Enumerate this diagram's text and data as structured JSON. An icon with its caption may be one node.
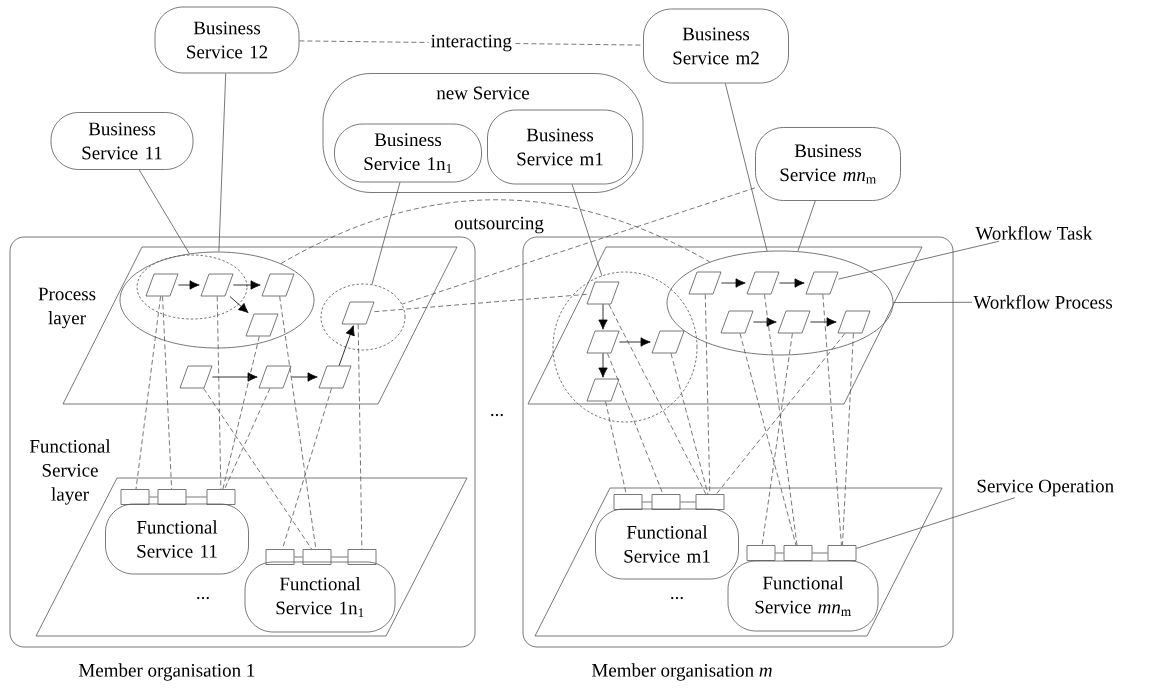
{
  "diagram": {
    "nodes": [
      {
        "text": [
          "Business Service 12"
        ]
      },
      {
        "text": [
          "Business Service m2"
        ]
      },
      {
        "text": [
          "new Service"
        ]
      },
      {
        "text": [
          "Business Service 1n$_{1}$"
        ],
        "in": 2
      },
      {
        "text": [
          "Business Service m1"
        ],
        "in": 2
      },
      {
        "text": [
          "Business Service 11"
        ]
      },
      {
        "text": [
          "Business Service *mn*$_{m}$"
        ]
      },
      {
        "text": [
          "Workflow Task"
        ]
      },
      {
        "text": [
          "Workflow Process"
        ]
      },
      {
        "text": [
          "Member organisation 1"
        ]
      },
      {
        "text": [
          "Process layer"
        ],
        "in": 9
      },
      {
        "text": [],
        "shape": "ellipse",
        "in": 10
      },
      {
        "text": [],
        "shape": "ellipse",
        "in": 11
      },
      {
        "text": [],
        "shape": "parallelogram",
        "in": 12
      },
      {
        "text": [],
        "shape": "parallelogram",
        "in": 12
      },
      {
        "text": [],
        "shape": "parallelogram",
        "in": 11
      },
      {
        "text": [],
        "shape": "parallelogram",
        "in": 11
      },
      {
        "text": [],
        "shape": "ellipse",
        "in": 10
      },
      {
        "text": [],
        "shape": "parallelogram",
        "in": 17
      },
      {
        "text": [],
        "shape": "parallelogram",
        "in": 10
      },
      {
        "text": [],
        "shape": "parallelogram",
        "in": 10
      },
      {
        "text": [],
        "shape": "parallelogram",
        "in": 10
      },
      {
        "text": [
          "Functional Service layer"
        ],
        "in": 9
      },
      {
        "text": [
          "Functional Service 11"
        ],
        "in": 22
      },
      {
        "text": [],
        "shape": "box",
        "in": 22
      },
      {
        "text": [],
        "shape": "box",
        "in": 22
      },
      {
        "text": [],
        "shape": "box",
        "in": 22
      },
      {
        "text": [
          "Functional Service 1n$_{1}$"
        ],
        "in": 22
      },
      {
        "text": [],
        "shape": "box",
        "in": 22
      },
      {
        "text": [],
        "shape": "box",
        "in": 22
      },
      {
        "text": [],
        "shape": "box",
        "in": 22
      },
      {
        "text": [
          "Member organisation *m*"
        ]
      },
      {
        "text": [],
        "shape": "parallelogram",
        "in": 31
      },
      {
        "text": [],
        "shape": "ellipse",
        "in": 31
      },
      {
        "text": [],
        "shape": "parallelogram",
        "in": 33
      },
      {
        "text": [],
        "shape": "parallelogram",
        "in": 33
      },
      {
        "text": [],
        "shape": "parallelogram",
        "in": 33
      },
      {
        "text": [],
        "shape": "parallelogram",
        "in": 33
      },
      {
        "text": [],
        "shape": "ellipse",
        "in": 32
      },
      {
        "text": [],
        "shape": "parallelogram",
        "in": 38
      },
      {
        "text": [],
        "shape": "parallelogram",
        "in": 38
      },
      {
        "text": [],
        "shape": "parallelogram",
        "in": 38
      },
      {
        "text": [],
        "shape": "parallelogram",
        "in": 38
      },
      {
        "text": [],
        "shape": "parallelogram",
        "in": 38
      },
      {
        "text": [],
        "shape": "parallelogram",
        "in": 38
      },
      {
        "text": [],
        "shape": "parallelogram",
        "in": 31
      },
      {
        "text": [
          "Functional Service m1"
        ],
        "in": 45
      },
      {
        "text": [],
        "shape": "box",
        "in": 45
      },
      {
        "text": [],
        "shape": "box",
        "in": 45
      },
      {
        "text": [],
        "shape": "box",
        "in": 45
      },
      {
        "text": [
          "Functional Service *mn*$_{m}$"
        ],
        "in": 45
      },
      {
        "text": [],
        "shape": "box",
        "in": 45
      },
      {
        "text": [],
        "shape": "box",
        "in": 45
      },
      {
        "text": [],
        "shape": "box",
        "in": 45
      },
      {
        "text": [
          "Service Operation"
        ]
      }
    ],
    "edges": [
      {
        "from": 0,
        "to": 1,
        "arrow": "none",
        "style": "dashed",
        "label": "interacting"
      },
      {
        "from": 5,
        "to": 11,
        "arrow": "none"
      },
      {
        "from": 0,
        "to": 11,
        "arrow": "none"
      },
      {
        "from": 3,
        "to": 17,
        "arrow": "none"
      },
      {
        "from": 4,
        "to": 33,
        "arrow": "none"
      },
      {
        "from": 1,
        "to": 38,
        "arrow": "none"
      },
      {
        "from": 6,
        "to": 38,
        "arrow": "none"
      },
      {
        "from": 11,
        "to": 38,
        "arrow": "none",
        "style": "dashed"
      },
      {
        "from": 6,
        "to": 17,
        "arrow": "none",
        "style": "dashed"
      },
      {
        "from": 18,
        "to": 34,
        "arrow": "none",
        "style": "dashed"
      },
      {
        "from": 7,
        "to": 41,
        "arrow": "none"
      },
      {
        "from": 8,
        "to": 38,
        "arrow": "none"
      },
      {
        "from": 54,
        "to": 53,
        "arrow": "none"
      },
      {
        "from": 13,
        "to": 14,
        "arrow": "to"
      },
      {
        "from": 14,
        "to": 15,
        "arrow": "to"
      },
      {
        "from": 14,
        "to": 16,
        "arrow": "to"
      },
      {
        "from": 19,
        "to": 20,
        "arrow": "to"
      },
      {
        "from": 20,
        "to": 21,
        "arrow": "to"
      },
      {
        "from": 21,
        "to": 18,
        "arrow": "to"
      },
      {
        "from": 34,
        "to": 35,
        "arrow": "to"
      },
      {
        "from": 35,
        "to": 36,
        "arrow": "to"
      },
      {
        "from": 35,
        "to": 37,
        "arrow": "to"
      },
      {
        "from": 39,
        "to": 40,
        "arrow": "to"
      },
      {
        "from": 40,
        "to": 41,
        "arrow": "to"
      },
      {
        "from": 42,
        "to": 43,
        "arrow": "to"
      },
      {
        "from": 43,
        "to": 44,
        "arrow": "to"
      },
      {
        "from": 24,
        "to": 25,
        "arrow": "none"
      },
      {
        "from": 25,
        "to": 26,
        "arrow": "none"
      },
      {
        "from": 28,
        "to": 29,
        "arrow": "none"
      },
      {
        "from": 29,
        "to": 30,
        "arrow": "none"
      },
      {
        "from": 47,
        "to": 48,
        "arrow": "none"
      },
      {
        "from": 48,
        "to": 49,
        "arrow": "none"
      },
      {
        "from": 51,
        "to": 52,
        "arrow": "none"
      },
      {
        "from": 52,
        "to": 53,
        "arrow": "none"
      },
      {
        "from": 13,
        "to": 24,
        "arrow": "none",
        "style": "dashed"
      },
      {
        "from": 13,
        "to": 25,
        "arrow": "none",
        "style": "dashed"
      },
      {
        "from": 14,
        "to": 26,
        "arrow": "none",
        "style": "dashed"
      },
      {
        "from": 16,
        "to": 26,
        "arrow": "none",
        "style": "dashed"
      },
      {
        "from": 15,
        "to": 29,
        "arrow": "none",
        "style": "dashed"
      },
      {
        "from": 19,
        "to": 29,
        "arrow": "none",
        "style": "dashed"
      },
      {
        "from": 20,
        "to": 26,
        "arrow": "none",
        "style": "dashed"
      },
      {
        "from": 21,
        "to": 28,
        "arrow": "none",
        "style": "dashed"
      },
      {
        "from": 18,
        "to": 30,
        "arrow": "none",
        "style": "dashed"
      },
      {
        "from": 34,
        "to": 49,
        "arrow": "none",
        "style": "dashed"
      },
      {
        "from": 35,
        "to": 48,
        "arrow": "none",
        "style": "dashed"
      },
      {
        "from": 36,
        "to": 49,
        "arrow": "none",
        "style": "dashed"
      },
      {
        "from": 37,
        "to": 47,
        "arrow": "none",
        "style": "dashed"
      },
      {
        "from": 39,
        "to": 49,
        "arrow": "none",
        "style": "dashed"
      },
      {
        "from": 40,
        "to": 52,
        "arrow": "none",
        "style": "dashed"
      },
      {
        "from": 42,
        "to": 52,
        "arrow": "none",
        "style": "dashed"
      },
      {
        "from": 43,
        "to": 51,
        "arrow": "none",
        "style": "dashed"
      },
      {
        "from": 41,
        "to": 53,
        "arrow": "none",
        "style": "dashed"
      },
      {
        "from": 44,
        "to": 49,
        "arrow": "none",
        "style": "dashed"
      },
      {
        "from": 44,
        "to": 53,
        "arrow": "none",
        "style": "dashed"
      }
    ],
    "labels": [
      "outsourcing",
      "...",
      "...",
      "..."
    ]
  }
}
